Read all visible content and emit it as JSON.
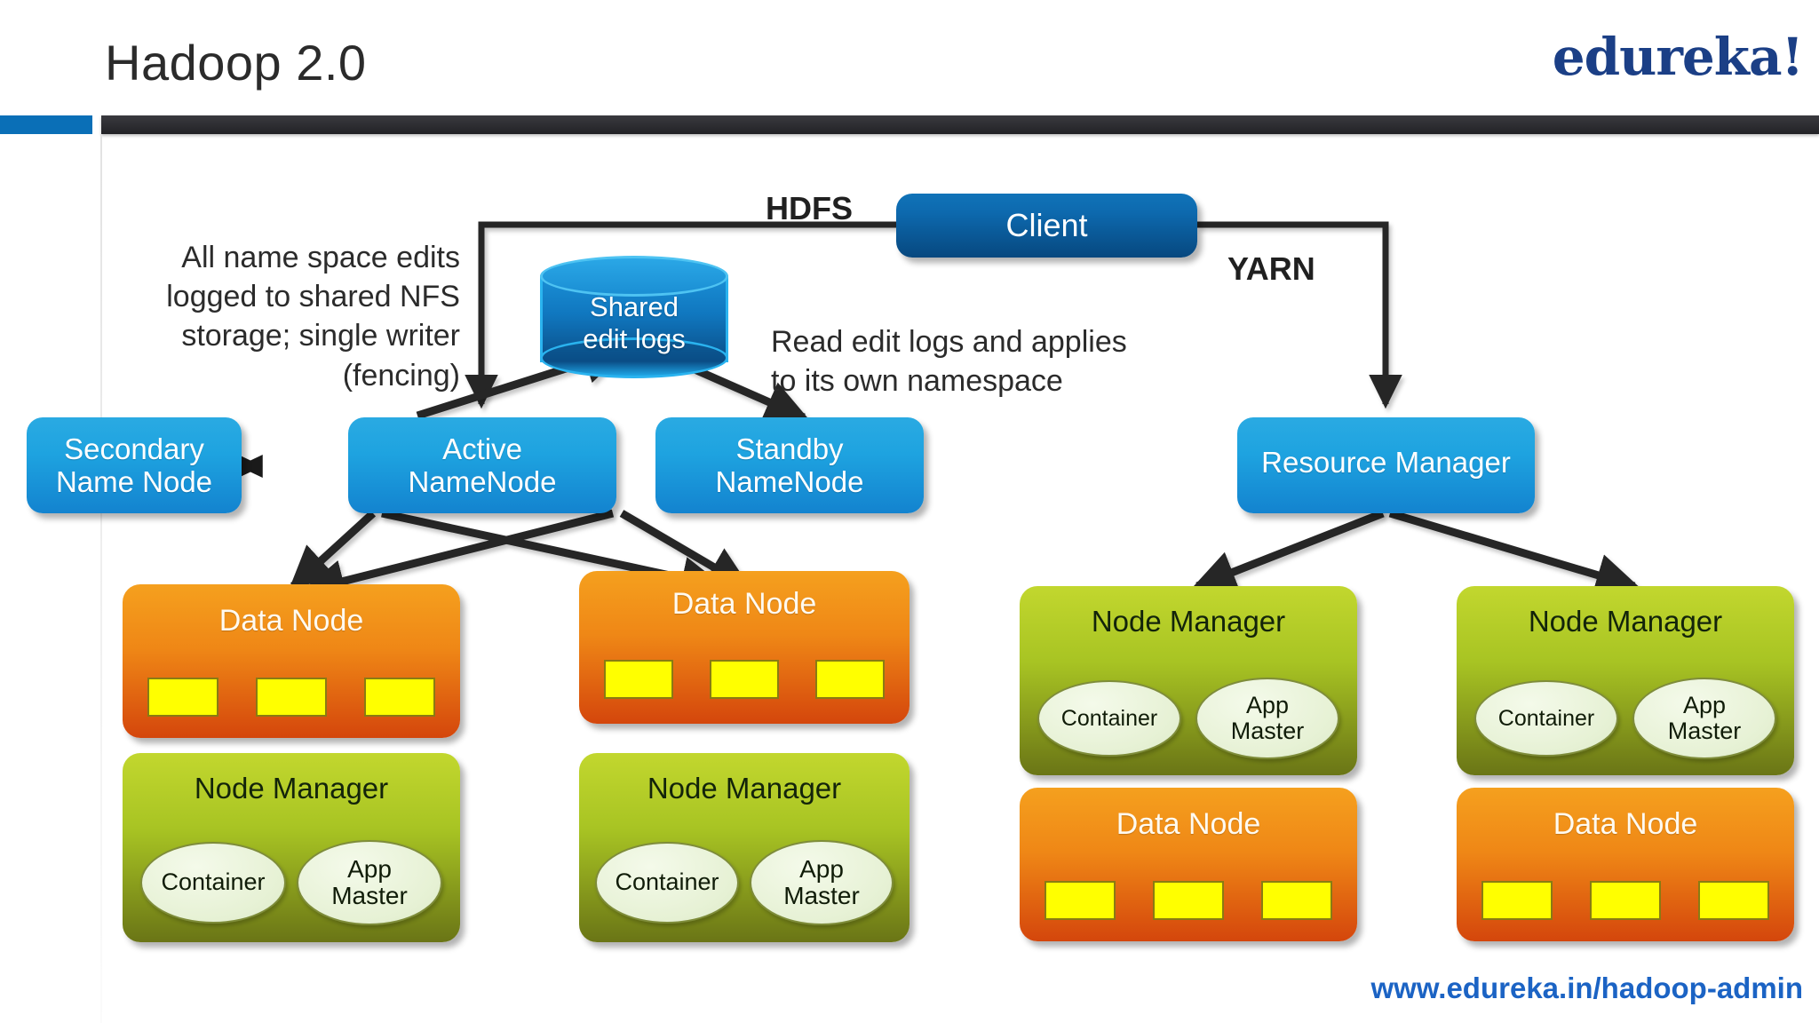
{
  "slide": {
    "title": "Hadoop 2.0",
    "brand": "edureka!",
    "footer_url": "www.edureka.in/hadoop-admin",
    "accent_color": "#0a6fb7",
    "rule_color": "#2c2c30",
    "brand_color": "#1b3f86",
    "url_color": "#1b63c4"
  },
  "zones": {
    "hdfs_label": "HDFS",
    "yarn_label": "YARN"
  },
  "callouts": {
    "nfs_note": "All name space edits\nlogged to shared NFS\nstorage; single writer\n(fencing)",
    "read_note": "Read edit logs and applies\nto its own namespace"
  },
  "nodes": {
    "client": {
      "label": "Client"
    },
    "shared_edit_logs": {
      "label": "Shared\nedit logs"
    },
    "secondary_name_node": {
      "label": "Secondary\nName Node"
    },
    "active_namenode": {
      "label": "Active\nNameNode"
    },
    "standby_namenode": {
      "label": "Standby\nNameNode"
    },
    "resource_manager": {
      "label": "Resource Manager"
    }
  },
  "data_nodes": [
    {
      "label": "Data Node",
      "blocks": 3
    },
    {
      "label": "Data Node",
      "blocks": 3
    },
    {
      "label": "Data Node",
      "blocks": 3
    },
    {
      "label": "Data Node",
      "blocks": 3
    }
  ],
  "node_managers": [
    {
      "label": "Node Manager",
      "container": "Container",
      "app_master": "App\nMaster"
    },
    {
      "label": "Node Manager",
      "container": "Container",
      "app_master": "App\nMaster"
    },
    {
      "label": "Node Manager",
      "container": "Container",
      "app_master": "App\nMaster"
    },
    {
      "label": "Node Manager",
      "container": "Container",
      "app_master": "App\nMaster"
    }
  ],
  "colors": {
    "blue_node": "#1ea3e0",
    "client_blue": "#0d69ae",
    "data_node_orange": "#ef8716",
    "node_manager_green": "#a8c423",
    "block_yellow": "#ffff00",
    "connector": "#262626"
  }
}
